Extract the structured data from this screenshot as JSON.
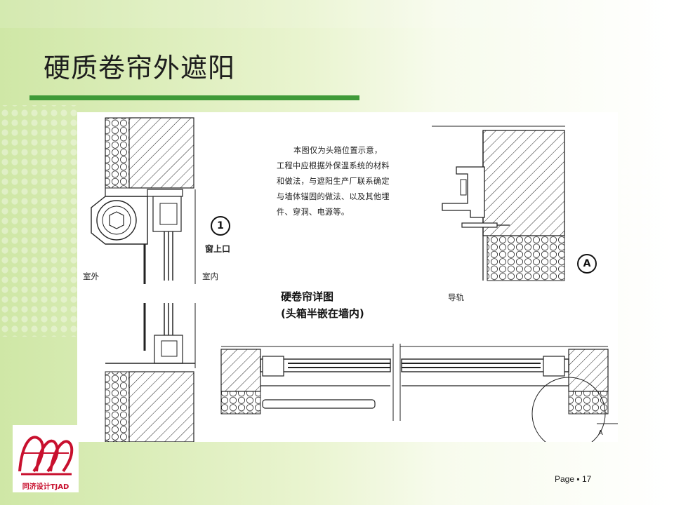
{
  "slide": {
    "title": "硬质卷帘外遮阳",
    "page_label": "Page ▪ 17"
  },
  "drawing": {
    "note_lines": [
      "本图仅为头箱位置示意，",
      "工程中应根据外保温系统的材料",
      "和做法，与遮阳生产厂联系确定",
      "与墙体锚固的做法、以及其他埋",
      "件、穿洞、电源等。"
    ],
    "label_outside": "室外",
    "label_inside": "室内",
    "marker_1": "1",
    "label_window_top": "窗上口",
    "marker_a": "A",
    "marker_a_small": "A",
    "label_guide_rail": "导轨",
    "caption_line1": "硬卷帘详图",
    "caption_line2": "(头箱半嵌在墙内)"
  },
  "logo": {
    "text": "同济设计TJAD",
    "color": "#c8102e"
  },
  "colors": {
    "accent_rule": "#3f9a38",
    "background_green": "#cfe7a6"
  }
}
